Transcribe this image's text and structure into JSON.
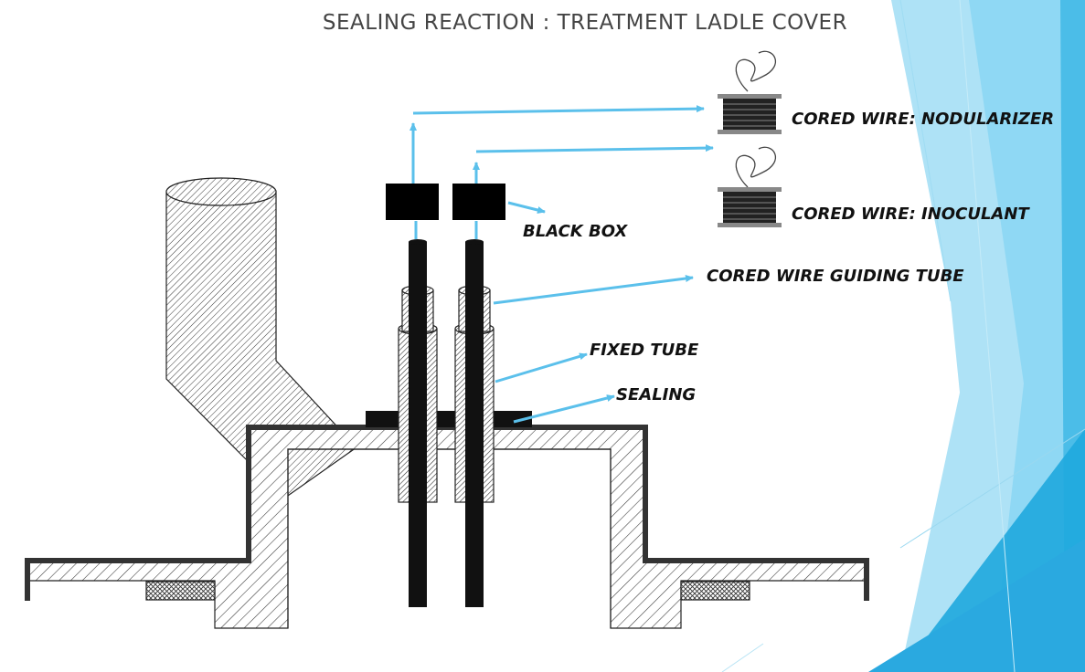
{
  "title": "SEALING REACTION : TREATMENT LADLE COVER",
  "labels": {
    "nodularizer": "CORED WIRE: NODULARIZER",
    "inoculant": "CORED WIRE: INOCULANT",
    "black_box": "BLACK BOX",
    "guiding_tube": "CORED WIRE GUIDING TUBE",
    "fixed_tube": "FIXED TUBE",
    "sealing": "SEALING"
  },
  "colors": {
    "arrow": "#5bc0eb",
    "outline": "#1a1a1a",
    "accent_light": "#aee2f6",
    "accent_mid": "#6fcdf0",
    "accent_dark": "#2aa9e0"
  }
}
